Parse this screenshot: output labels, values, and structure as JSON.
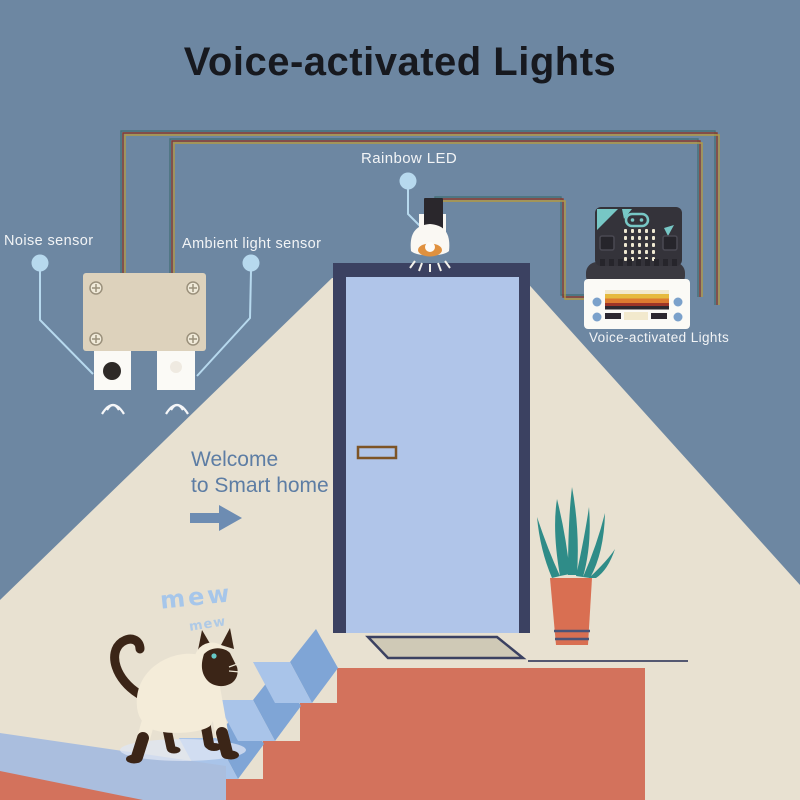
{
  "title": "Voice-activated Lights",
  "labels": {
    "rainbow_led": "Rainbow LED",
    "noise_sensor": "Noise sensor",
    "ambient_light_sensor": "Ambient light sensor",
    "device_caption": "Voice-activated Lights"
  },
  "scene_text": {
    "welcome_line1": "Welcome",
    "welcome_line2": "to Smart home",
    "cat_sound_large": "mew",
    "cat_sound_small": "mew"
  },
  "icons": [
    "rainbow-led-lamp-icon",
    "light-beam",
    "door",
    "doormat",
    "sensor-board",
    "noise-sensor-mic",
    "ambient-light-sensor-cell",
    "signal-waves-icon",
    "microbit-device",
    "microbit-face-icon",
    "led-matrix",
    "wire-ribbon",
    "label-dot",
    "right-arrow-icon",
    "siamese-cat",
    "plant-pot",
    "staircase"
  ],
  "palette": {
    "background": "#6d87a2",
    "beam_cream": "#e8e1d1",
    "door_fill": "#b0c5e9",
    "door_frame": "#3b4161",
    "porch_coral": "#d3725c",
    "stair_light": "#a9c4e9",
    "stair_shade": "#7fa5d6",
    "floor_blue": "#aabede",
    "sensor_board": "#ddd2bc",
    "leaf_teal": "#2f8c88",
    "pot_coral": "#d96f52",
    "microbit_body": "#34333a",
    "microbit_teal": "#77c7c5",
    "wire_red": "#8a3a2c",
    "wire_yellow": "#b39a43",
    "wire_teal": "#457179",
    "label_line_blue": "#b7d9ee",
    "title_text": "#17191f",
    "label_text": "#f2f4f6",
    "welcome_text": "#5d7da4",
    "mew_text": "#a6c6ea",
    "cat_cream": "#f4ecd9",
    "cat_brown": "#3b2517",
    "lamp_glow": "#e0913f"
  }
}
